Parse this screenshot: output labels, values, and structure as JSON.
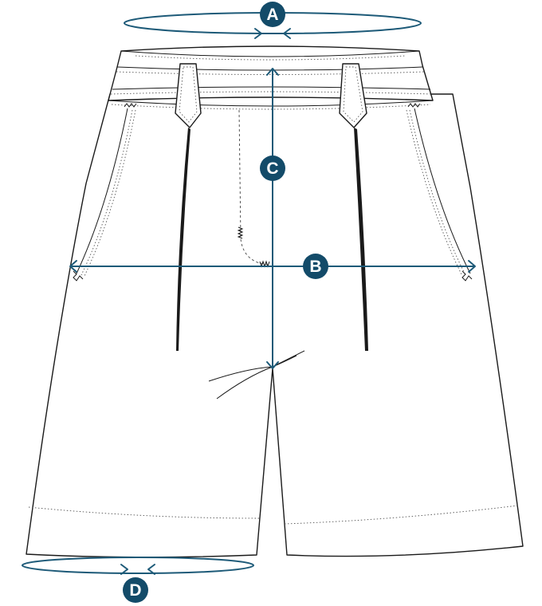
{
  "measurements": [
    {
      "id": "a",
      "label": "A"
    },
    {
      "id": "b",
      "label": "B"
    },
    {
      "id": "c",
      "label": "C"
    },
    {
      "id": "d",
      "label": "D"
    }
  ],
  "colors": {
    "accent": "#134b69",
    "line": "#1a1a1a"
  }
}
